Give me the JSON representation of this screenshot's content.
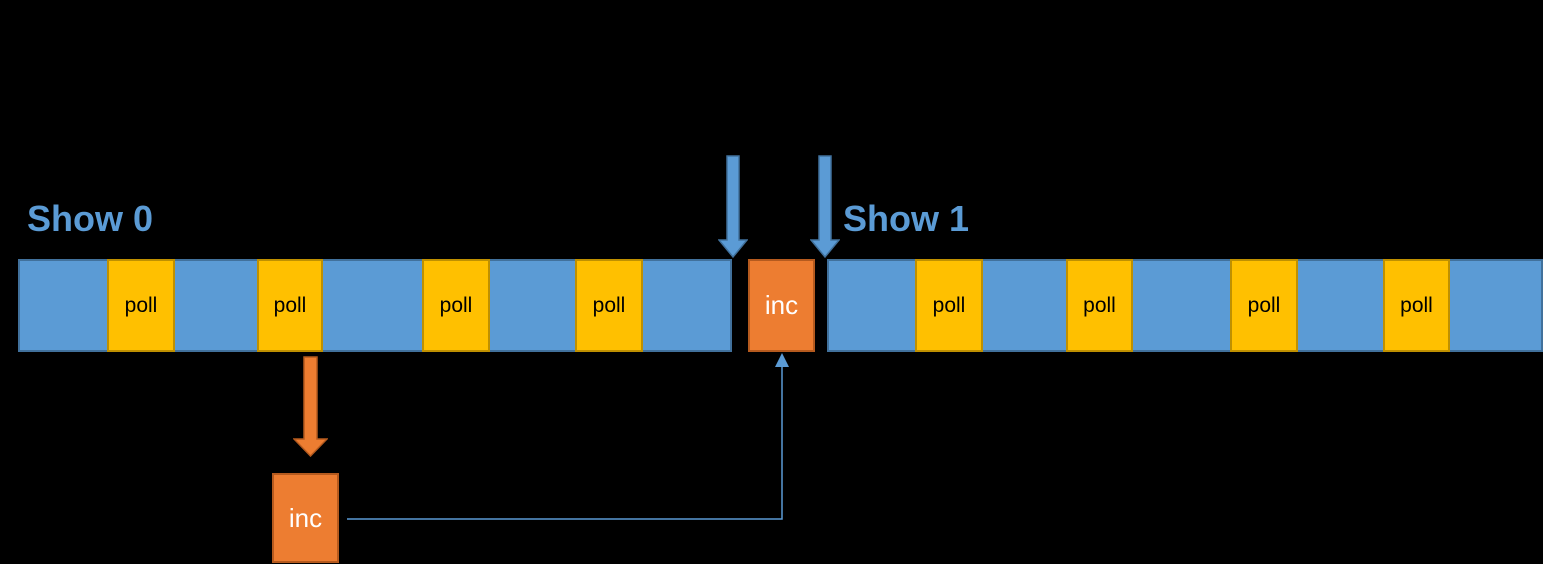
{
  "labels": {
    "show0": "Show 0",
    "show1": "Show 1",
    "poll": "poll",
    "inc": "inc"
  },
  "colors": {
    "background": "#000000",
    "blue_fill": "#5B9BD5",
    "blue_border": "#41719C",
    "yellow_fill": "#FFC000",
    "yellow_border": "#BF9000",
    "orange_fill": "#ED7D31",
    "orange_border": "#B55A1E",
    "label_blue": "#5B9BD5",
    "connector_blue": "#5B9BD5"
  },
  "diagram": {
    "type": "event-loop-timeline",
    "tracks": [
      {
        "label": "Show 0",
        "blocks": [
          "run",
          "poll",
          "run",
          "poll",
          "run",
          "poll",
          "run",
          "poll",
          "run"
        ],
        "poll_count": 4
      },
      {
        "label": "inc",
        "blocks": [
          "inc"
        ],
        "note": "inc task runs between Show 0 and Show 1, marked by two down arrows"
      },
      {
        "label": "Show 1",
        "blocks": [
          "run",
          "poll",
          "run",
          "poll",
          "run",
          "poll",
          "run",
          "poll",
          "run"
        ],
        "poll_count": 4
      }
    ],
    "annotations": [
      "orange arrow from second poll of Show 0 down to deferred inc box",
      "thin blue elbow connector from deferred inc box up into inc slot on timeline"
    ]
  }
}
